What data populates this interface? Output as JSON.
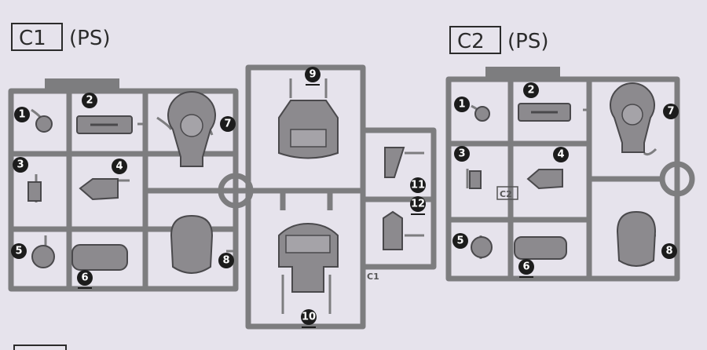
{
  "sheets": [
    {
      "code": "C1",
      "material": "(PS)"
    },
    {
      "code": "C2",
      "material": "(PS)"
    }
  ],
  "part_numbers": {
    "c1": [
      "1",
      "2",
      "3",
      "4",
      "5",
      "6",
      "7",
      "8",
      "9",
      "10",
      "11",
      "12"
    ],
    "c2": [
      "1",
      "2",
      "3",
      "4",
      "5",
      "6",
      "7",
      "8"
    ]
  },
  "runner_marks": {
    "c1": "C1",
    "c2": "C2"
  },
  "colors": {
    "runner": "#7d7d7f",
    "part": "#8c8a8e",
    "background": "#e6e3ec",
    "badge": "#1c1c1c"
  }
}
